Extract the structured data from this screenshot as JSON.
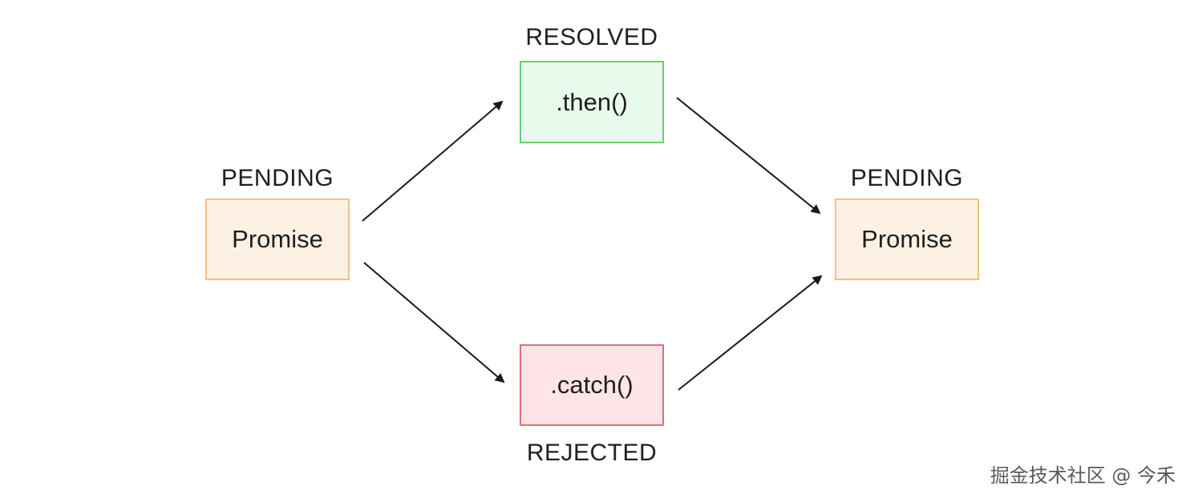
{
  "nodes": {
    "left_promise": {
      "state": "PENDING",
      "label": "Promise"
    },
    "resolved": {
      "state": "RESOLVED",
      "label": ".then()"
    },
    "rejected": {
      "state": "REJECTED",
      "label": ".catch()"
    },
    "right_promise": {
      "state": "PENDING",
      "label": "Promise"
    }
  },
  "edges": [
    {
      "from": "left_promise",
      "to": "resolved"
    },
    {
      "from": "left_promise",
      "to": "rejected"
    },
    {
      "from": "resolved",
      "to": "right_promise"
    },
    {
      "from": "rejected",
      "to": "right_promise"
    }
  ],
  "colors": {
    "pending_fill": "#fdf1e3",
    "pending_border": "#f2c27c",
    "resolved_fill": "#e8faec",
    "resolved_border": "#5fd36f",
    "rejected_fill": "#fde4e8",
    "rejected_border": "#e46c7e",
    "arrow": "#1a1a1a"
  },
  "watermark": "掘金技术社区 @ 今禾"
}
